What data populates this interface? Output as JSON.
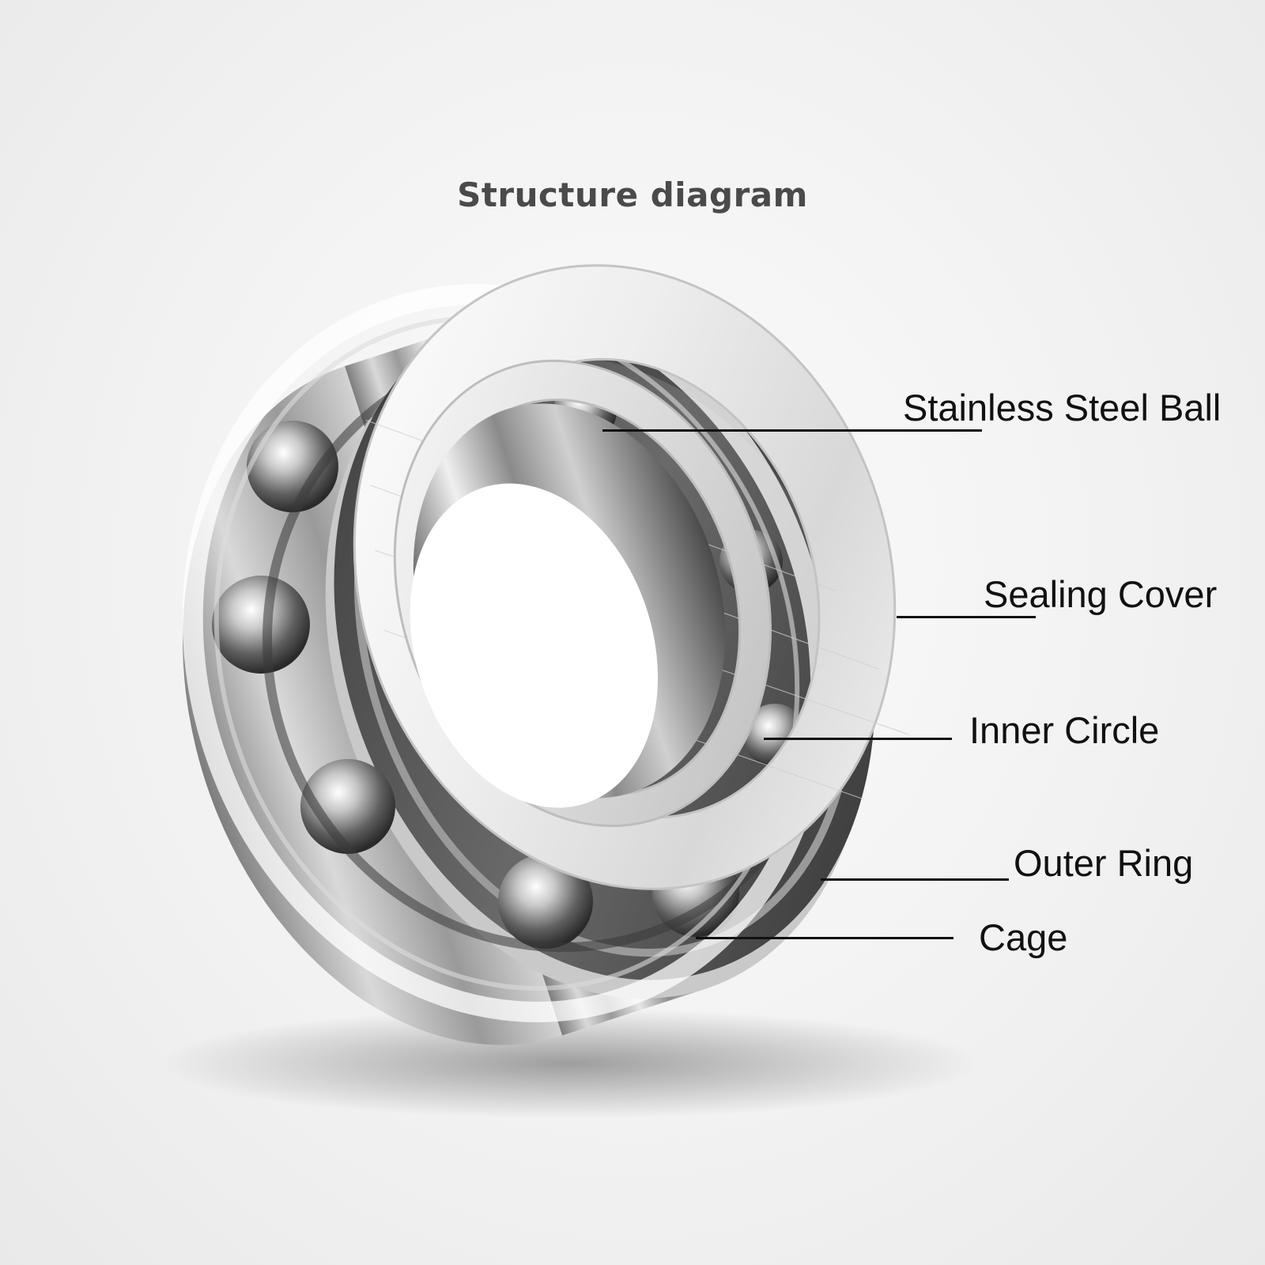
{
  "title": "Structure diagram",
  "callouts": [
    {
      "id": "ball",
      "label": "Stainless Steel Ball"
    },
    {
      "id": "cover",
      "label": "Sealing Cover"
    },
    {
      "id": "inner",
      "label": "Inner Circle"
    },
    {
      "id": "outer",
      "label": "Outer Ring"
    },
    {
      "id": "cage",
      "label": "Cage"
    }
  ]
}
